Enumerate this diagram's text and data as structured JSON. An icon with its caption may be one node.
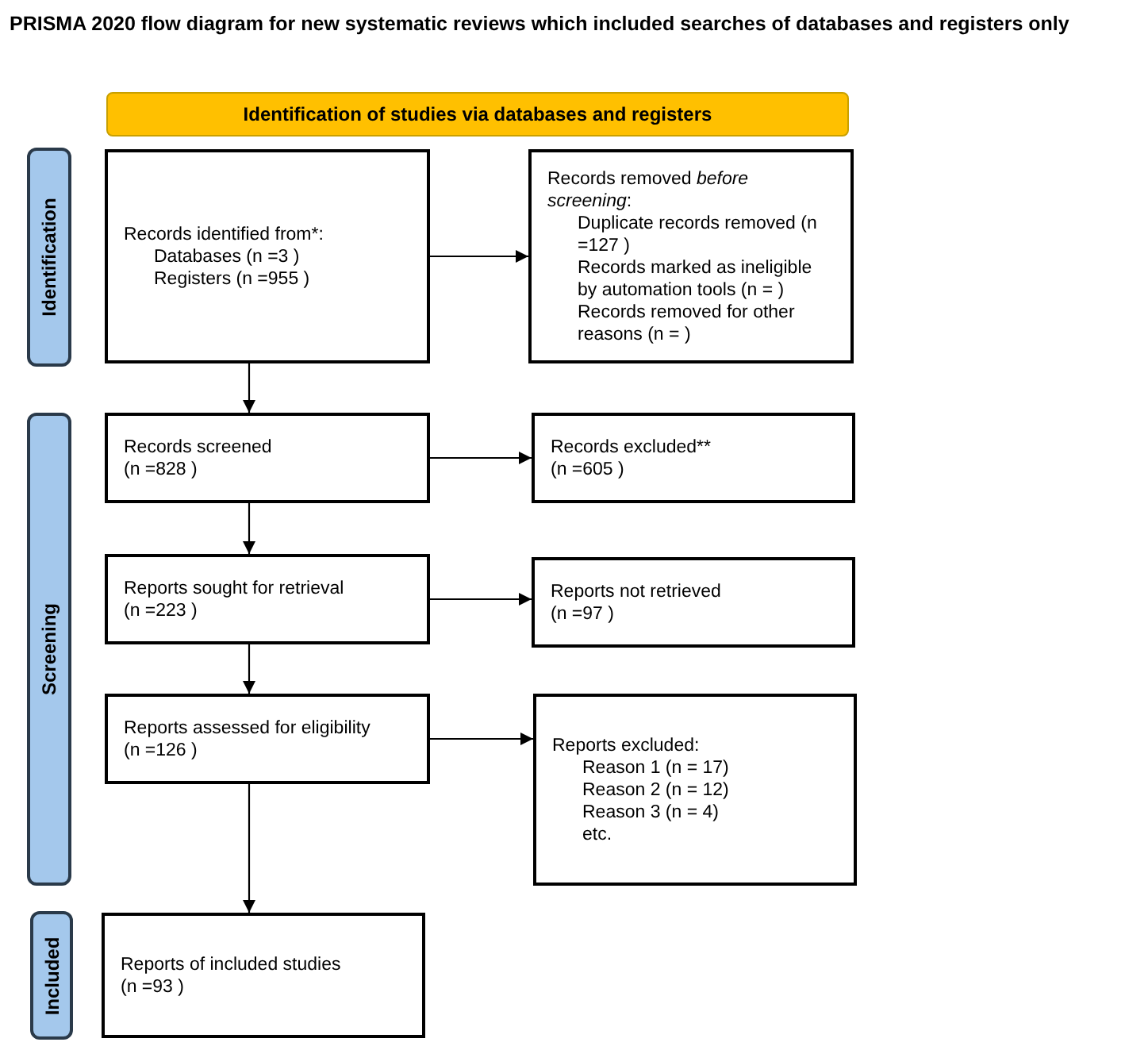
{
  "diagram": {
    "title": "PRISMA 2020 flow diagram for new systematic reviews which included searches of databases and registers only",
    "nodes": [
      {
        "text": [
          "Identification of studies via databases and registers"
        ]
      },
      {
        "text": [
          "Identification"
        ]
      },
      {
        "text": [
          "Records identified from*:",
          "Databases (n =3 )",
          "Registers (n =955 )"
        ]
      },
      {
        "text": [
          "Records removed *before screening*:",
          "Duplicate records removed (n =127 )",
          "Records marked as ineligible by automation tools (n = )",
          "Records removed for other reasons (n = )"
        ]
      },
      {
        "text": [
          "Screening"
        ]
      },
      {
        "text": [
          "Records screened",
          "(n =828 )"
        ]
      },
      {
        "text": [
          "Records excluded**",
          "(n =605 )"
        ]
      },
      {
        "text": [
          "Reports sought for retrieval",
          "(n =223 )"
        ]
      },
      {
        "text": [
          "Reports not retrieved",
          "(n =97 )"
        ]
      },
      {
        "text": [
          "Reports assessed for eligibility",
          "(n =126 )"
        ]
      },
      {
        "text": [
          "Reports excluded:",
          "Reason 1 (n = 17)",
          "Reason 2 (n = 12)",
          "Reason 3 (n = 4)",
          "etc."
        ]
      },
      {
        "text": [
          "Included"
        ]
      },
      {
        "text": [
          "Reports of included studies",
          "(n =93 )"
        ]
      }
    ],
    "edges": [
      {
        "from": 2,
        "to": 3,
        "arrow": "to"
      },
      {
        "from": 2,
        "to": 5,
        "arrow": "to"
      },
      {
        "from": 5,
        "to": 6,
        "arrow": "to"
      },
      {
        "from": 5,
        "to": 7,
        "arrow": "to"
      },
      {
        "from": 7,
        "to": 8,
        "arrow": "to"
      },
      {
        "from": 7,
        "to": 9,
        "arrow": "to"
      },
      {
        "from": 9,
        "to": 10,
        "arrow": "to"
      },
      {
        "from": 9,
        "to": 12,
        "arrow": "to"
      }
    ]
  }
}
